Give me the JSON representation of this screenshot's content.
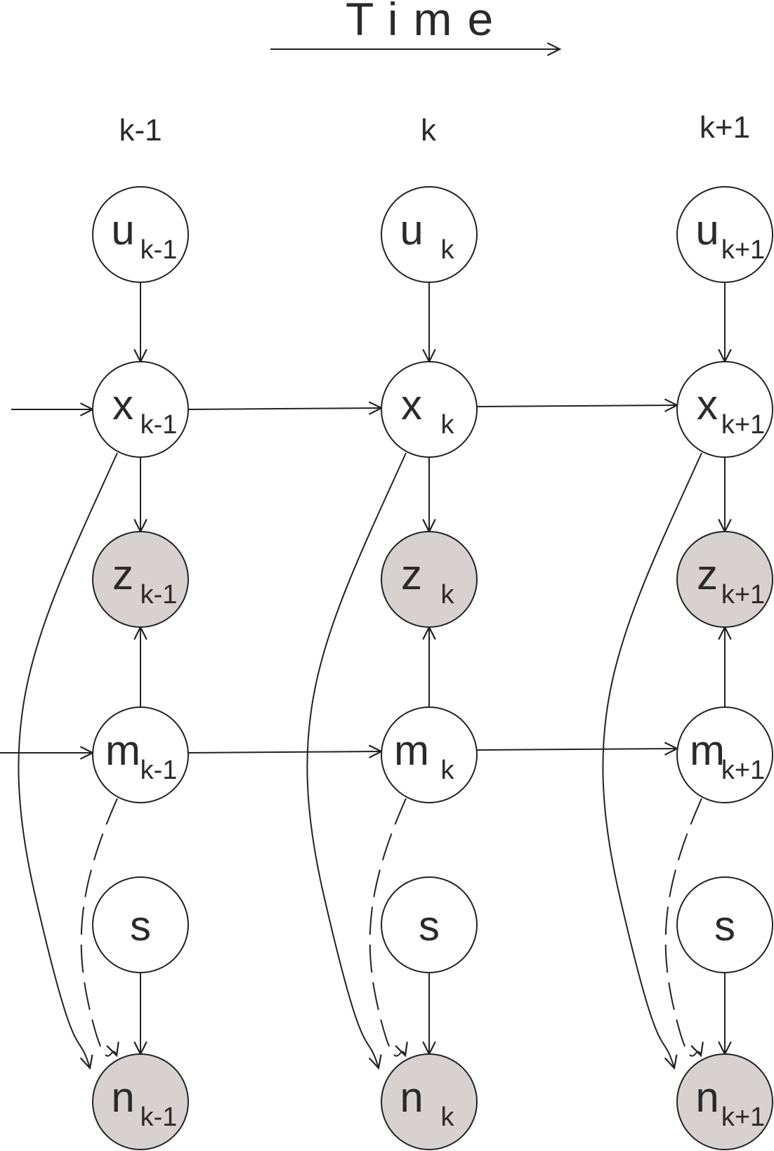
{
  "title": "Time",
  "columns": [
    {
      "label": "k-1",
      "nodes": {
        "u": {
          "main": "u",
          "sub": "k-1"
        },
        "x": {
          "main": "x",
          "sub": "k-1"
        },
        "z": {
          "main": "z",
          "sub": "k-1"
        },
        "m": {
          "main": "m",
          "sub": "k-1"
        },
        "s": {
          "main": "s",
          "sub": ""
        },
        "n": {
          "main": "n",
          "sub": "k-1"
        }
      }
    },
    {
      "label": "k",
      "nodes": {
        "u": {
          "main": "u",
          "sub": "k"
        },
        "x": {
          "main": "x",
          "sub": "k"
        },
        "z": {
          "main": "z",
          "sub": "k"
        },
        "m": {
          "main": "m",
          "sub": "k"
        },
        "s": {
          "main": "s",
          "sub": ""
        },
        "n": {
          "main": "n",
          "sub": "k"
        }
      }
    },
    {
      "label": "k+1",
      "nodes": {
        "u": {
          "main": "u",
          "sub": "k+1"
        },
        "x": {
          "main": "x",
          "sub": "k+1"
        },
        "z": {
          "main": "z",
          "sub": "k+1"
        },
        "m": {
          "main": "m",
          "sub": "k+1"
        },
        "s": {
          "main": "s",
          "sub": ""
        },
        "n": {
          "main": "n",
          "sub": "k+1"
        }
      }
    }
  ],
  "observed_nodes": [
    "z",
    "n"
  ],
  "colors": {
    "observed_fill": "#d7d1d0",
    "hidden_fill": "#ffffff",
    "stroke": "#222222"
  }
}
